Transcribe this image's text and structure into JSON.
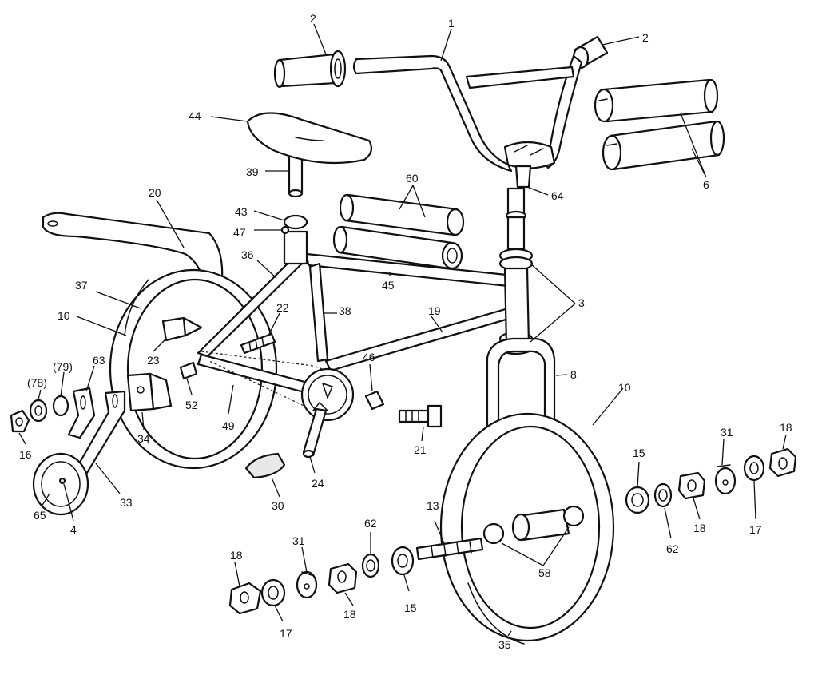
{
  "callouts": [
    {
      "name": "callout-1",
      "text": "1"
    },
    {
      "name": "callout-2a",
      "text": "2"
    },
    {
      "name": "callout-2b",
      "text": "2"
    },
    {
      "name": "callout-44",
      "text": "44"
    },
    {
      "name": "callout-39",
      "text": "39"
    },
    {
      "name": "callout-6",
      "text": "6"
    },
    {
      "name": "callout-20",
      "text": "20"
    },
    {
      "name": "callout-60",
      "text": "60"
    },
    {
      "name": "callout-64",
      "text": "64"
    },
    {
      "name": "callout-43",
      "text": "43"
    },
    {
      "name": "callout-47",
      "text": "47"
    },
    {
      "name": "callout-36",
      "text": "36"
    },
    {
      "name": "callout-45",
      "text": "45"
    },
    {
      "name": "callout-3",
      "text": "3"
    },
    {
      "name": "callout-37",
      "text": "37"
    },
    {
      "name": "callout-22",
      "text": "22"
    },
    {
      "name": "callout-38",
      "text": "38"
    },
    {
      "name": "callout-19",
      "text": "19"
    },
    {
      "name": "callout-10a",
      "text": "10"
    },
    {
      "name": "callout-23",
      "text": "23"
    },
    {
      "name": "callout-46",
      "text": "46"
    },
    {
      "name": "callout-8",
      "text": "8"
    },
    {
      "name": "callout-10b",
      "text": "10"
    },
    {
      "name": "callout-79",
      "text": "(79)"
    },
    {
      "name": "callout-78",
      "text": "(78)"
    },
    {
      "name": "callout-63",
      "text": "63"
    },
    {
      "name": "callout-52",
      "text": "52"
    },
    {
      "name": "callout-49",
      "text": "49"
    },
    {
      "name": "callout-34",
      "text": "34"
    },
    {
      "name": "callout-21",
      "text": "21"
    },
    {
      "name": "callout-16",
      "text": "16"
    },
    {
      "name": "callout-31a",
      "text": "31"
    },
    {
      "name": "callout-18a",
      "text": "18"
    },
    {
      "name": "callout-24",
      "text": "24"
    },
    {
      "name": "callout-15a",
      "text": "15"
    },
    {
      "name": "callout-33",
      "text": "33"
    },
    {
      "name": "callout-30",
      "text": "30"
    },
    {
      "name": "callout-65",
      "text": "65"
    },
    {
      "name": "callout-4",
      "text": "4"
    },
    {
      "name": "callout-18b",
      "text": "18"
    },
    {
      "name": "callout-17a",
      "text": "17"
    },
    {
      "name": "callout-62a",
      "text": "62"
    },
    {
      "name": "callout-13",
      "text": "13"
    },
    {
      "name": "callout-62b",
      "text": "62"
    },
    {
      "name": "callout-58",
      "text": "58"
    },
    {
      "name": "callout-18c",
      "text": "18"
    },
    {
      "name": "callout-31b",
      "text": "31"
    },
    {
      "name": "callout-15b",
      "text": "15"
    },
    {
      "name": "callout-18d",
      "text": "18"
    },
    {
      "name": "callout-17b",
      "text": "17"
    },
    {
      "name": "callout-35",
      "text": "35"
    }
  ]
}
